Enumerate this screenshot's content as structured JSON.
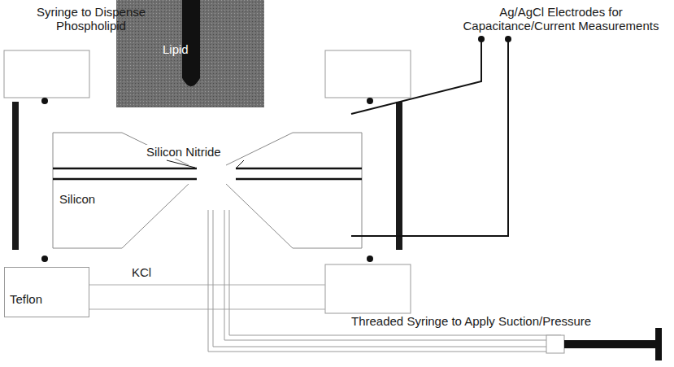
{
  "diagram": {
    "nodes": [
      {
        "text": [
          "Teflon"
        ]
      }
    ],
    "labels": [
      "Syringe to Dispense Phospholipid",
      "Ag/AgCl Electrodes for Capacitance/Current Measurements",
      "Lipid",
      "Silicon Nitride",
      "Silicon",
      "KCl",
      "Threaded Syringe to Apply Suction/Pressure"
    ]
  }
}
